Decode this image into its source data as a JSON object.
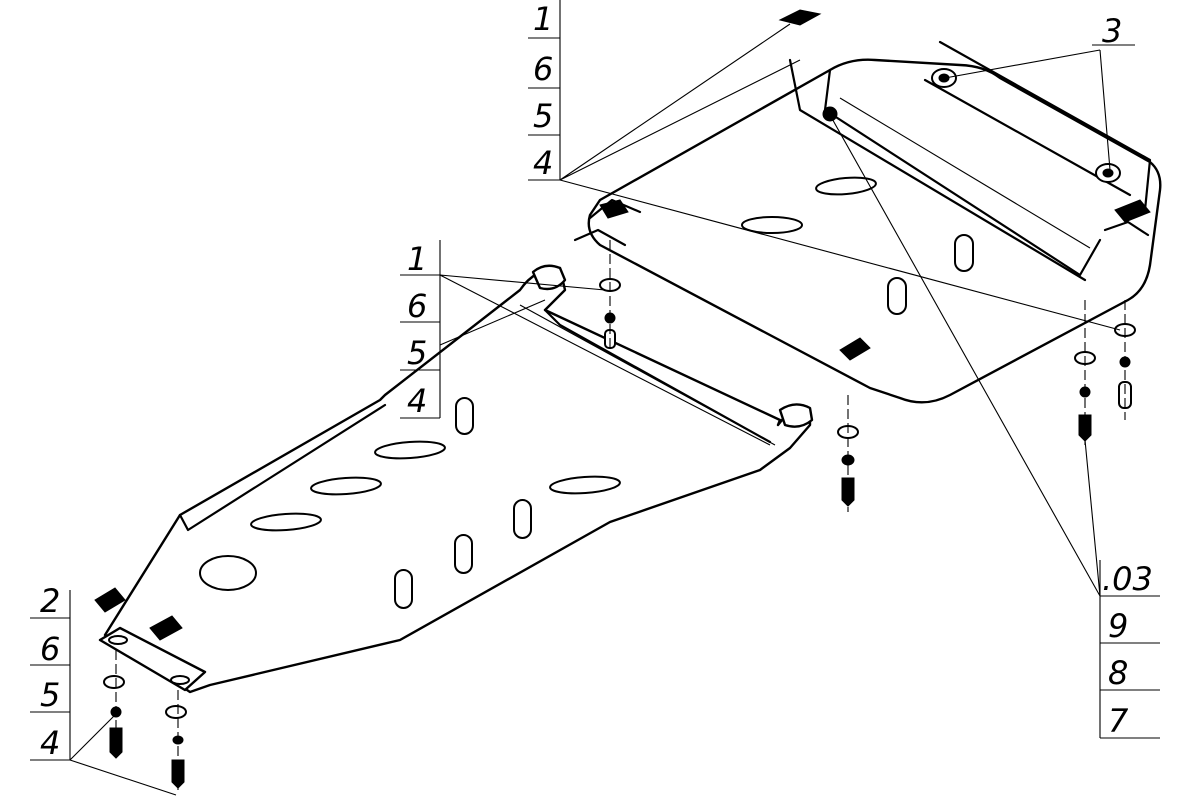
{
  "callouts": {
    "top_group": [
      "1",
      "6",
      "5",
      "4"
    ],
    "mid_group": [
      "1",
      "6",
      "5",
      "4"
    ],
    "left_group": [
      "2",
      "6",
      "5",
      "4"
    ],
    "right_single": "3",
    "bottom_group": [
      ".03",
      "9",
      "8",
      "7"
    ]
  },
  "colors": {
    "line": "#000000",
    "background": "#ffffff"
  }
}
